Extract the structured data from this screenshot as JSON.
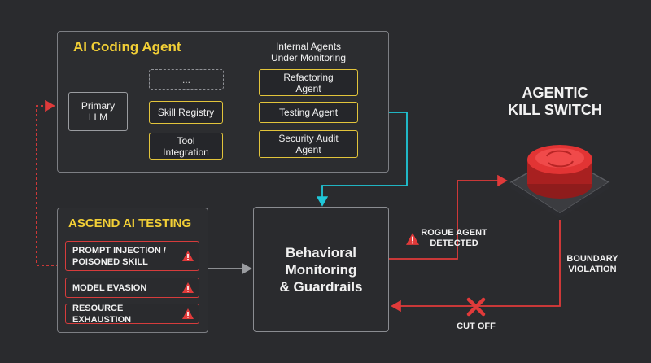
{
  "coding_agent": {
    "title": "AI Coding Agent",
    "primary_llm": "Primary\nLLM",
    "placeholder": "...",
    "skill_registry": "Skill Registry",
    "tool_integration": "Tool\nIntegration",
    "internal_header": "Internal Agents\nUnder Monitoring",
    "agents": [
      "Refactoring\nAgent",
      "Testing Agent",
      "Security Audit\nAgent"
    ]
  },
  "ascend": {
    "title": "ASCEND AI TESTING",
    "tests": [
      "PROMPT INJECTION /\nPOISONED SKILL",
      "MODEL EVASION",
      "RESOURCE EXHAUSTION"
    ]
  },
  "monitor": {
    "label": "Behavioral\nMonitoring\n& Guardrails"
  },
  "kill_switch": {
    "title": "AGENTIC\nKILL SWITCH"
  },
  "flows": {
    "rogue": "ROGUE AGENT\nDETECTED",
    "boundary": "BOUNDARY\nVIOLATION",
    "cutoff": "CUT OFF"
  },
  "colors": {
    "accent_yellow": "#f2cf36",
    "alert_red": "#e03a3a",
    "flow_cyan": "#1fc7d8"
  },
  "icons": [
    "warning-icon",
    "cutoff-x-icon",
    "kill-switch-button-icon"
  ]
}
